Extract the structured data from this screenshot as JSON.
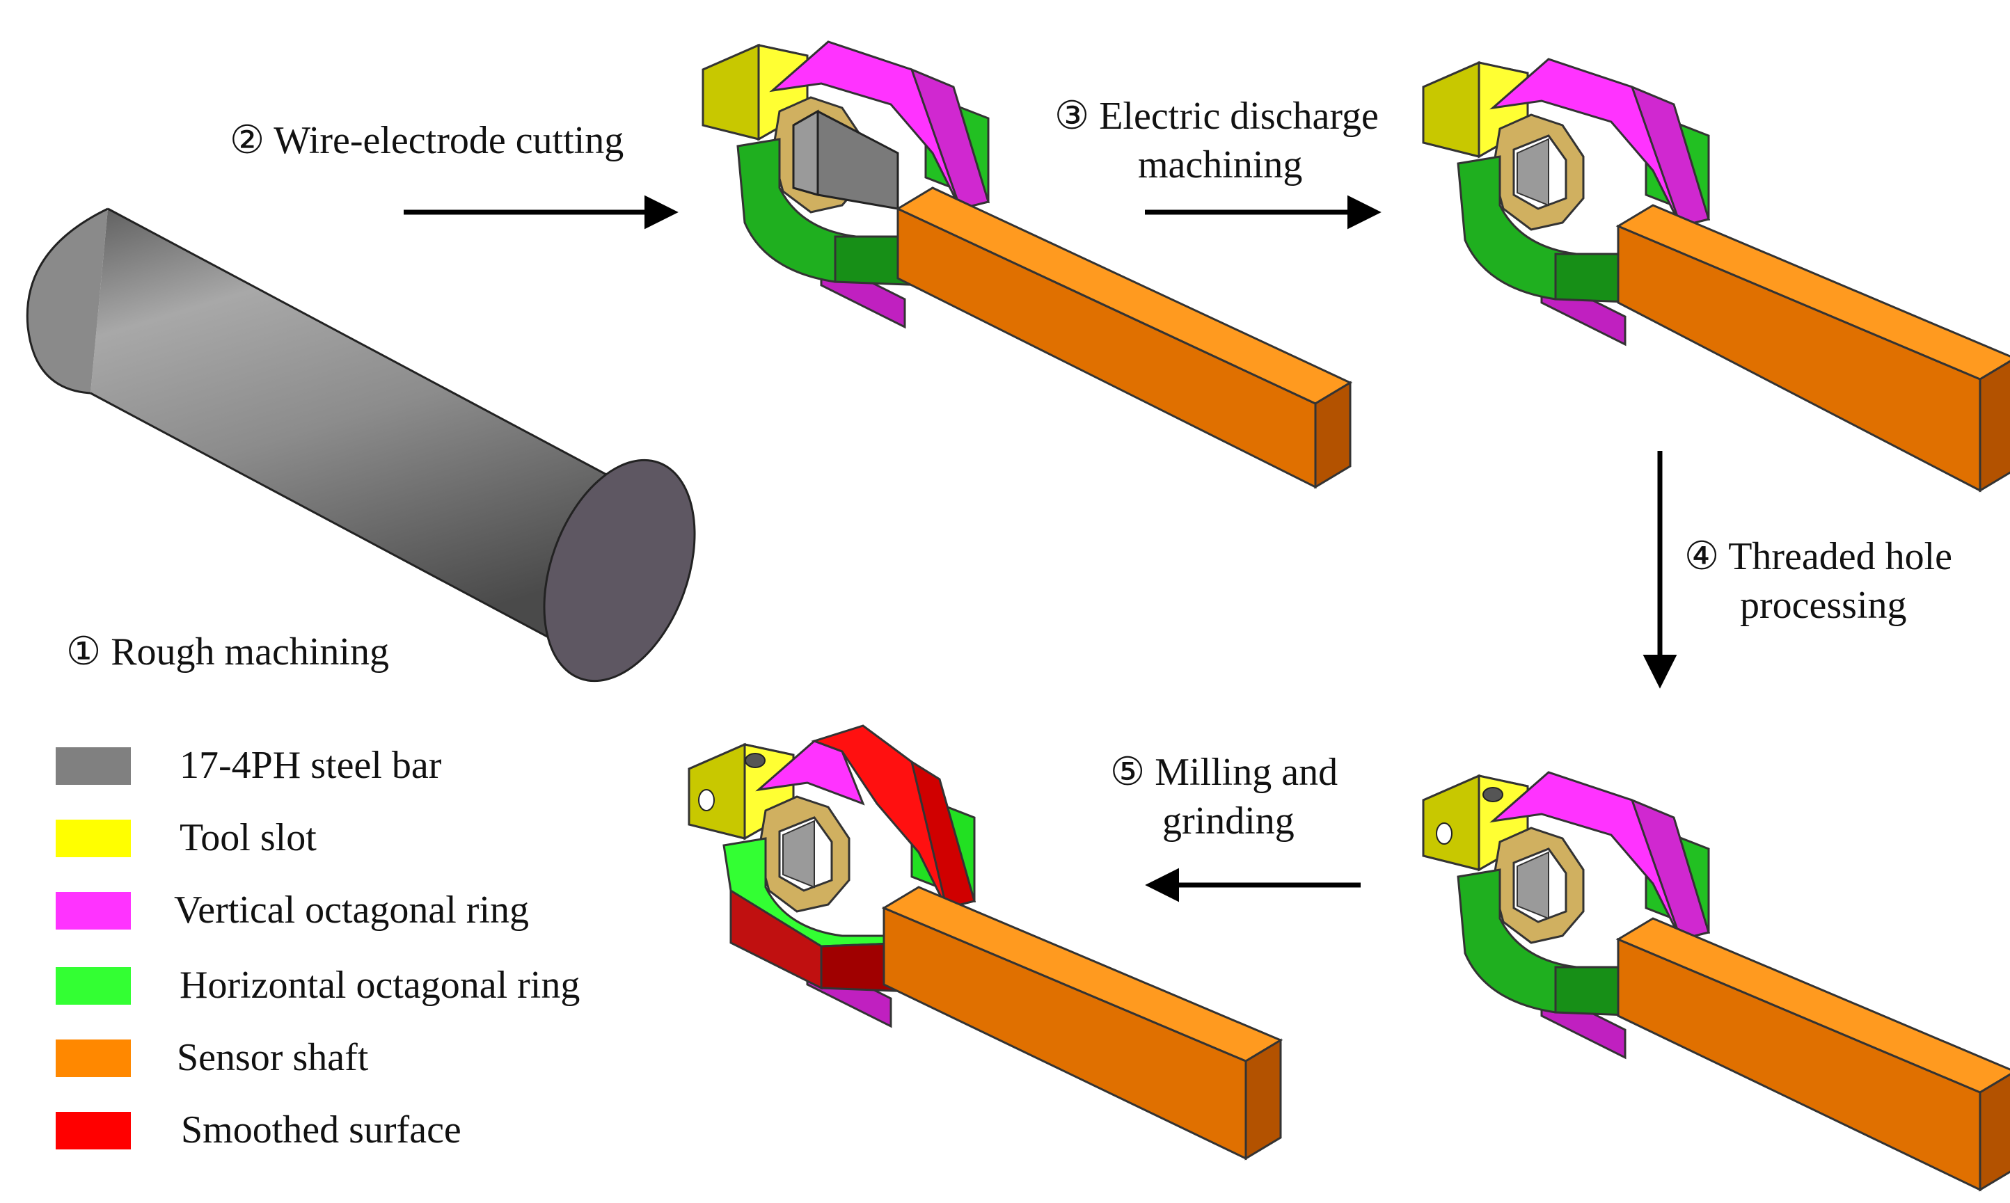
{
  "steps": {
    "step1": {
      "label": "① Rough machining"
    },
    "step2": {
      "label": "② Wire-electrode cutting"
    },
    "step3": {
      "line1": "③ Electric discharge",
      "line2": "machining"
    },
    "step4": {
      "line1": "④ Threaded hole",
      "line2": "processing"
    },
    "step5": {
      "line1": "⑤ Milling and",
      "line2": "grinding"
    }
  },
  "legend": [
    {
      "label": "17-4PH steel bar",
      "color": "#808080"
    },
    {
      "label": "Tool slot",
      "color": "#ffff00"
    },
    {
      "label": "Vertical octagonal ring",
      "color": "#ff33ff"
    },
    {
      "label": "Horizontal octagonal ring",
      "color": "#33ff33"
    },
    {
      "label": "Sensor shaft",
      "color": "#ff8800"
    },
    {
      "label": "Smoothed surface",
      "color": "#ff0000"
    }
  ],
  "colors": {
    "steel_bar": "#808080",
    "tool_slot": "#ffff00",
    "vertical_ring": "#ff33ff",
    "horizontal_ring": "#33ff33",
    "sensor_shaft": "#ff8800",
    "smoothed_surface": "#ff0000"
  }
}
